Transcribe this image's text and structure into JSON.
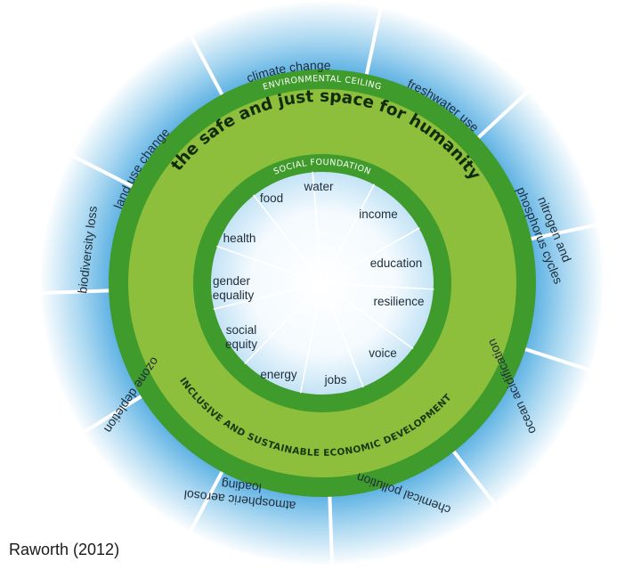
{
  "outer_labels": {
    "climate_change": "climate change",
    "freshwater_use": "freshwater use",
    "nitrogen_and": "nitrogen and",
    "phosphorus_cycles": "phosphorus cycles",
    "ocean_acidification": "ocean acidification",
    "chemical_pollution": "chemical pollution",
    "atmospheric_aerosol": "atmospheric aerosol",
    "loading": "loading",
    "ozone_depletion": "ozone depletion",
    "biodiversity_loss": "biodiversity loss",
    "land_use_change": "land use change"
  },
  "rings": {
    "environmental_ceiling": "ENVIRONMENTAL CEILING",
    "social_foundation": "SOCIAL FOUNDATION",
    "safe_space": "the safe and just space for humanity",
    "inclusive_development": "INCLUSIVE AND SUSTAINABLE ECONOMIC DEVELOPMENT"
  },
  "inner_labels": {
    "water": "water",
    "income": "income",
    "education": "education",
    "resilience": "resilience",
    "voice": "voice",
    "jobs": "jobs",
    "energy": "energy",
    "social": "social",
    "equity": "equity",
    "gender": "gender",
    "equality": "equality",
    "health": "health",
    "food": "food"
  },
  "citation": "Raworth (2012)",
  "colors": {
    "outer_glow": "#4aa8e0",
    "dark_green": "#3f9b2b",
    "light_green": "#8dbf3c",
    "ring_text": "#ffffff"
  }
}
